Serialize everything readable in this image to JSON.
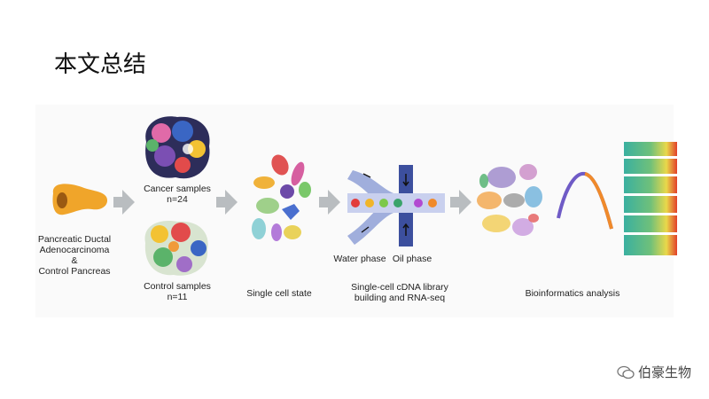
{
  "title": "本文总结",
  "labels": {
    "pdac_line1": "Pancreatic Ductal",
    "pdac_line2": "Adenocarcinoma",
    "pdac_line3": "&",
    "pdac_line4": "Control Pancreas",
    "cancer_title": "Cancer samples",
    "cancer_n": "n=24",
    "control_title": "Control samples",
    "control_n": "n=11",
    "single_cell": "Single cell state",
    "water_phase": "Water phase",
    "oil_phase": "Oil phase",
    "library_line1": "Single-cell cDNA library",
    "library_line2": "building and RNA-seq",
    "bioinfo": "Bioinformatics analysis"
  },
  "watermark": {
    "icon": "wechat-icon",
    "text": "伯豪生物"
  },
  "colors": {
    "arrow": "#b9bdc0",
    "pancreas": "#f0a52a",
    "channel": "#8fa0d6",
    "oil": "#3c4f9e"
  }
}
